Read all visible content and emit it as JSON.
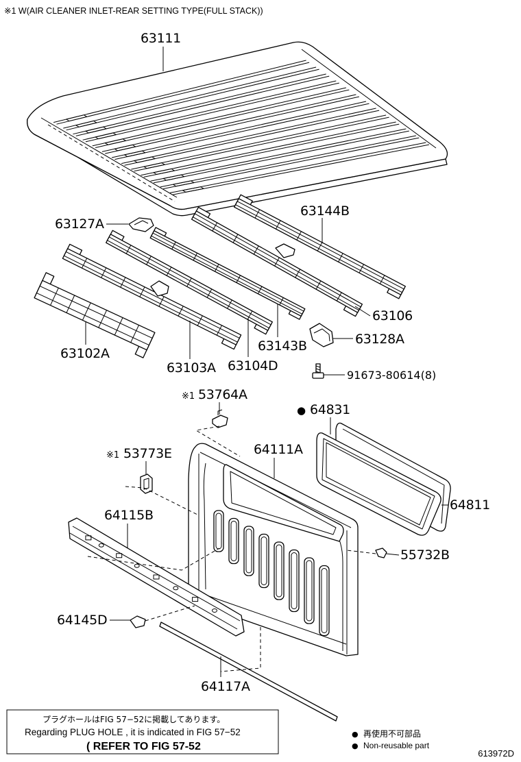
{
  "header_note": "※1 W(AIR CLEANER INLET-REAR SETTING TYPE(FULL STACK))",
  "labels": {
    "p63111": "63111",
    "p63127A": "63127A",
    "p63144B": "63144B",
    "p63106": "63106",
    "p63143B": "63143B",
    "p63128A": "63128A",
    "p91673": "91673-80614(8)",
    "p63102A": "63102A",
    "p63103A": "63103A",
    "p63104D": "63104D",
    "p53764A": {
      "mark": "※1",
      "number": "53764A"
    },
    "p64831": {
      "mark": "●",
      "number": "64831"
    },
    "p53773E": {
      "mark": "※1",
      "number": "53773E"
    },
    "p64111A": "64111A",
    "p64811": "64811",
    "p64115B": "64115B",
    "p55732B": "55732B",
    "p64145D": "64145D",
    "p64117A": "64117A"
  },
  "plug_hole_note": {
    "ja": "プラグホールはFIG 57−52に掲載してあります。",
    "en": "Regarding PLUG HOLE , it is indicated in FIG 57−52",
    "refer": "( REFER TO FIG 57-52"
  },
  "legend": {
    "bullet": "●",
    "ja": "再使用不可部品",
    "en": "Non-reusable part"
  },
  "diagram_id": "613972D"
}
